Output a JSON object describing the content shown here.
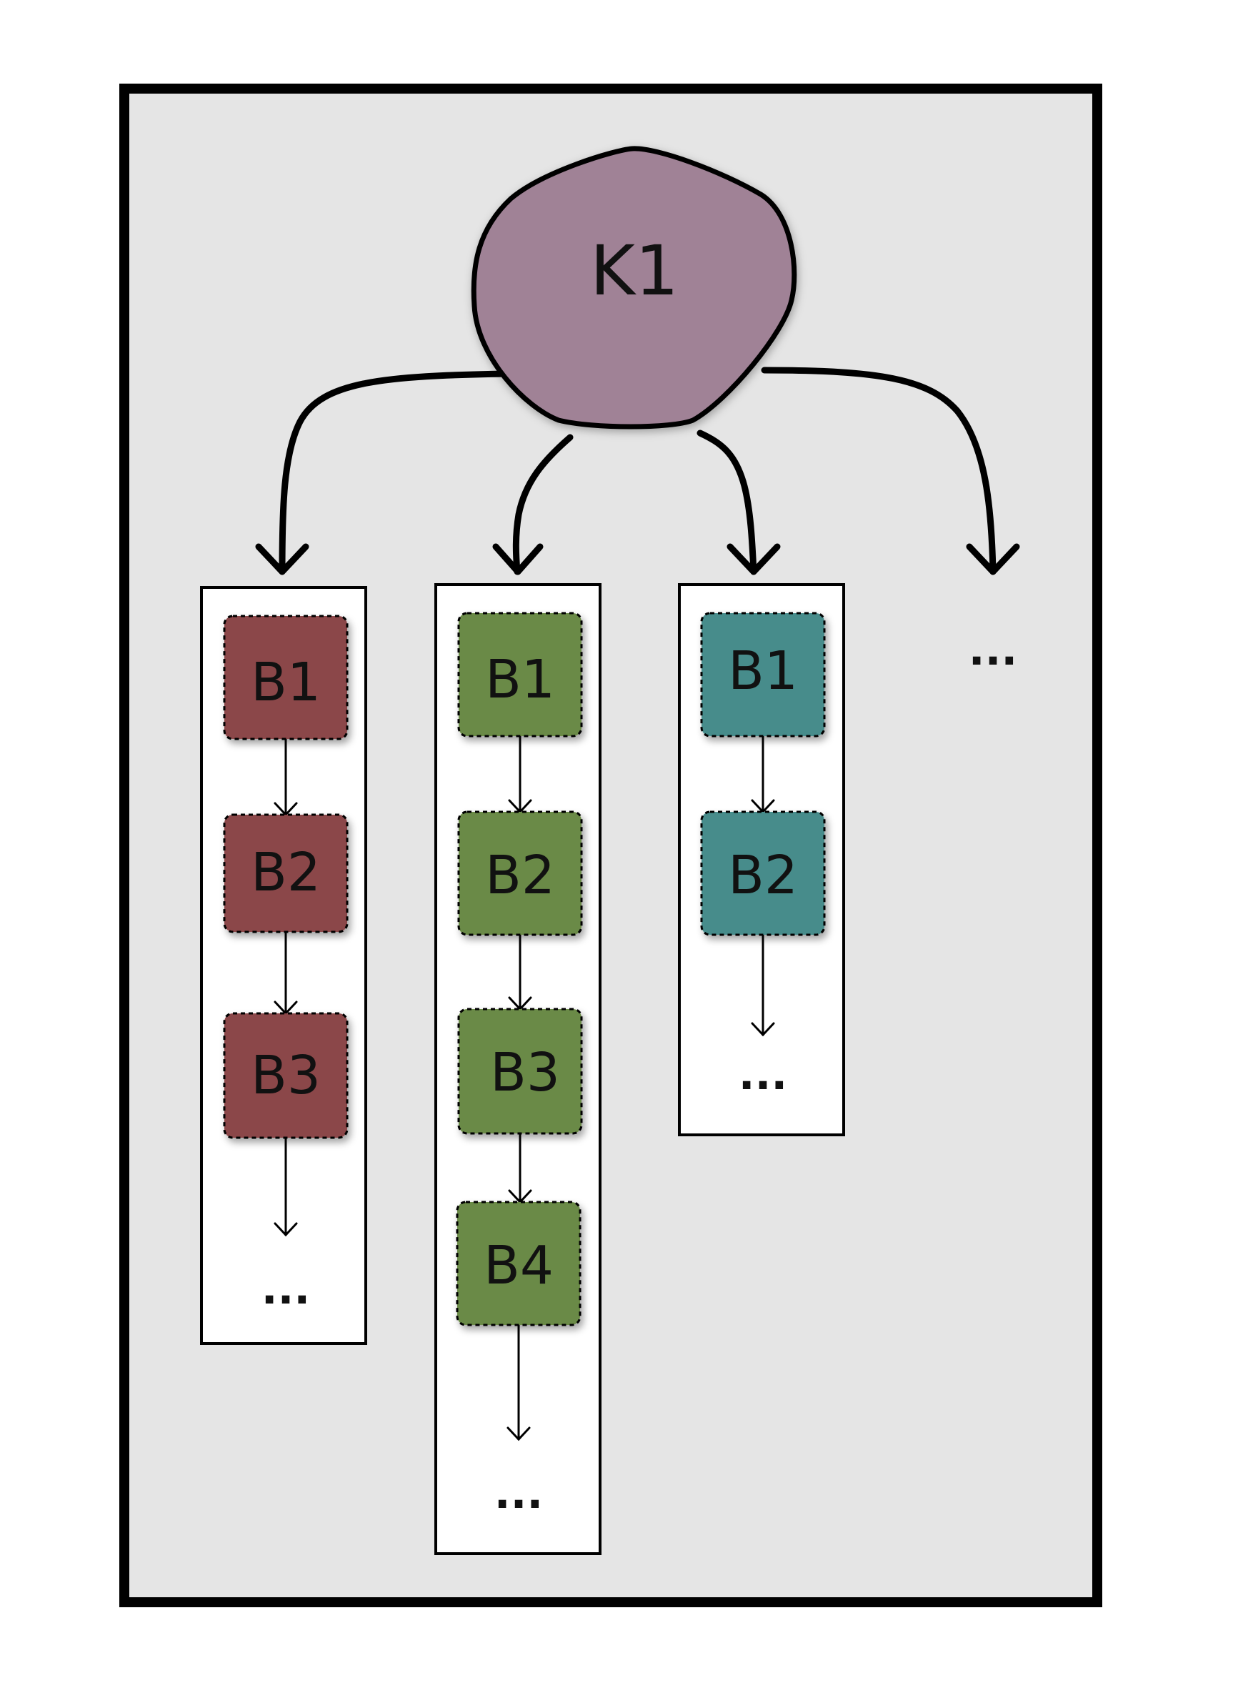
{
  "diagram": {
    "root": {
      "label": "K1",
      "color": "#a08296"
    },
    "columns": [
      {
        "color": "#8b4648",
        "blocks": [
          "B1",
          "B2",
          "B3"
        ],
        "more": "..."
      },
      {
        "color": "#6a8a46",
        "blocks": [
          "B1",
          "B2",
          "B3",
          "B4"
        ],
        "more": "..."
      },
      {
        "color": "#478c8b",
        "blocks": [
          "B1",
          "B2"
        ],
        "more": "..."
      }
    ],
    "more_columns": "...",
    "colors": {
      "background": "#e5e5e5",
      "column_fill": "#ffffff",
      "stroke": "#000000"
    }
  }
}
